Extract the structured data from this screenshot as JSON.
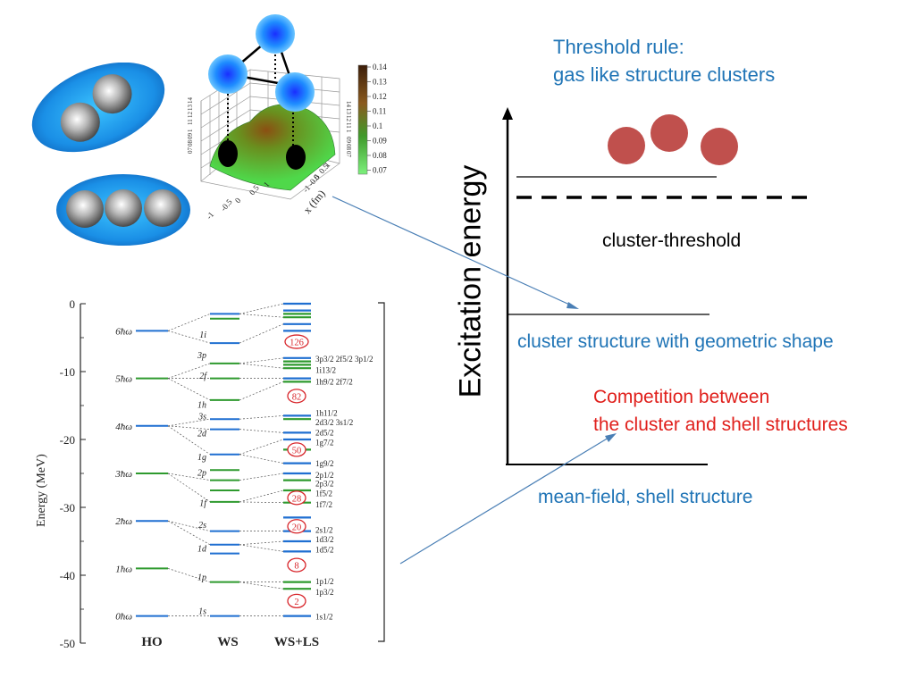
{
  "threshold_rule": {
    "line1": "Threshold rule:",
    "line2": "gas like structure clusters"
  },
  "axis_label": "Excitation energy",
  "cluster_threshold_label": "cluster-threshold",
  "geometric_label": "cluster structure with geometric shape",
  "competition": {
    "line1": "Competition between",
    "line2": "the cluster and shell structures"
  },
  "mean_field_label": "mean-field, shell structure",
  "density_plot": {
    "colorbar_ticks": [
      "0.14",
      "0.13",
      "0.12",
      "0.11",
      "0.1",
      "0.09",
      "0.08",
      "0.07"
    ],
    "left_ticks": [
      "14",
      "13",
      "12",
      "11",
      "1",
      "09",
      "08",
      "07"
    ],
    "right_ticks": [
      "14",
      "13",
      "12",
      "11",
      "1",
      "09",
      "08",
      "07"
    ],
    "x_axis_label": "x (fm)",
    "x_ticks": [
      "1",
      "0.5",
      "0",
      "-0.5",
      "-1"
    ],
    "y_ticks": [
      "-1",
      "-0.5",
      "0",
      "0.5",
      "1"
    ]
  },
  "level_diagram": {
    "ylabel": "Energy (MeV)",
    "yticks": [
      "0",
      "-10",
      "-20",
      "-30",
      "-40",
      "-50"
    ],
    "columns": [
      "HO",
      "WS",
      "WS+LS"
    ],
    "ho_labels": [
      "6ħω",
      "5ħω",
      "4ħω",
      "3ħω",
      "2ħω",
      "1ħω",
      "0ħω"
    ],
    "ws_labels": [
      "1i",
      "3p",
      "2f",
      "1h",
      "3s",
      "2d",
      "1g",
      "2p",
      "1f",
      "2s",
      "1d",
      "1p",
      "1s"
    ],
    "magic_numbers": [
      "126",
      "82",
      "50",
      "28",
      "20",
      "8",
      "2"
    ],
    "ls_labels": {
      "a": "3p3/2 2f5/2 3p1/2",
      "b": "1i13/2",
      "c": "1h9/2 2f7/2",
      "d": "1h11/2",
      "e": "2d3/2 3s1/2",
      "f": "2d5/2",
      "g": "1g7/2",
      "h": "1g9/2",
      "i": "2p1/2",
      "j": "2p3/2",
      "k": "1f5/2",
      "l": "1f7/2",
      "m": "2s1/2",
      "n": "1d3/2",
      "o": "1d5/2",
      "p": "1p1/2",
      "q": "1p3/2",
      "r": "1s1/2"
    }
  },
  "colors": {
    "text_blue": "#1f74b6",
    "text_red": "#e0201c",
    "cluster_red": "#c0504d",
    "level_blue": "#1f6fd1",
    "level_green": "#2e9a2e"
  }
}
